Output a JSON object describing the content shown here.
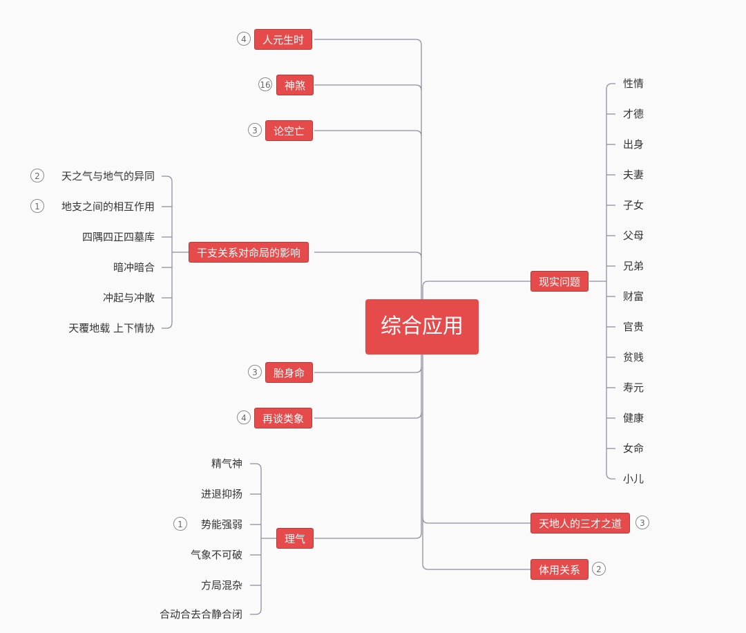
{
  "center": {
    "label": "综合应用"
  },
  "left_branches": [
    {
      "label": "人元生时",
      "badge": "4"
    },
    {
      "label": "神煞",
      "badge": "16"
    },
    {
      "label": "论空亡",
      "badge": "3"
    },
    {
      "label": "干支关系对命局的影响",
      "children": [
        {
          "label": "天之气与地气的异同",
          "badge": "2"
        },
        {
          "label": "地支之间的相互作用",
          "badge": "1"
        },
        {
          "label": "四隅四正四墓库"
        },
        {
          "label": "暗冲暗合"
        },
        {
          "label": "冲起与冲散"
        },
        {
          "label": "天覆地载 上下情协"
        }
      ]
    },
    {
      "label": "胎身命",
      "badge": "3"
    },
    {
      "label": "再谈类象",
      "badge": "4"
    },
    {
      "label": "理气",
      "children": [
        {
          "label": "精气神"
        },
        {
          "label": "进退抑扬"
        },
        {
          "label": "势能强弱",
          "badge": "1"
        },
        {
          "label": "气象不可破"
        },
        {
          "label": "方局混杂"
        },
        {
          "label": "合动合去合静合闭"
        }
      ]
    }
  ],
  "right_branches": [
    {
      "label": "现实问题",
      "children": [
        {
          "label": "性情"
        },
        {
          "label": "才德"
        },
        {
          "label": "出身"
        },
        {
          "label": "夫妻"
        },
        {
          "label": "子女"
        },
        {
          "label": "父母"
        },
        {
          "label": "兄弟"
        },
        {
          "label": "财富"
        },
        {
          "label": "官贵"
        },
        {
          "label": "贫贱"
        },
        {
          "label": "寿元"
        },
        {
          "label": "健康"
        },
        {
          "label": "女命"
        },
        {
          "label": "小儿"
        }
      ]
    },
    {
      "label": "天地人的三才之道",
      "badge": "3"
    },
    {
      "label": "体用关系",
      "badge": "2"
    }
  ],
  "colors": {
    "node": "#e64b4b",
    "line": "#8e8e9e",
    "background": "#fafafa"
  }
}
